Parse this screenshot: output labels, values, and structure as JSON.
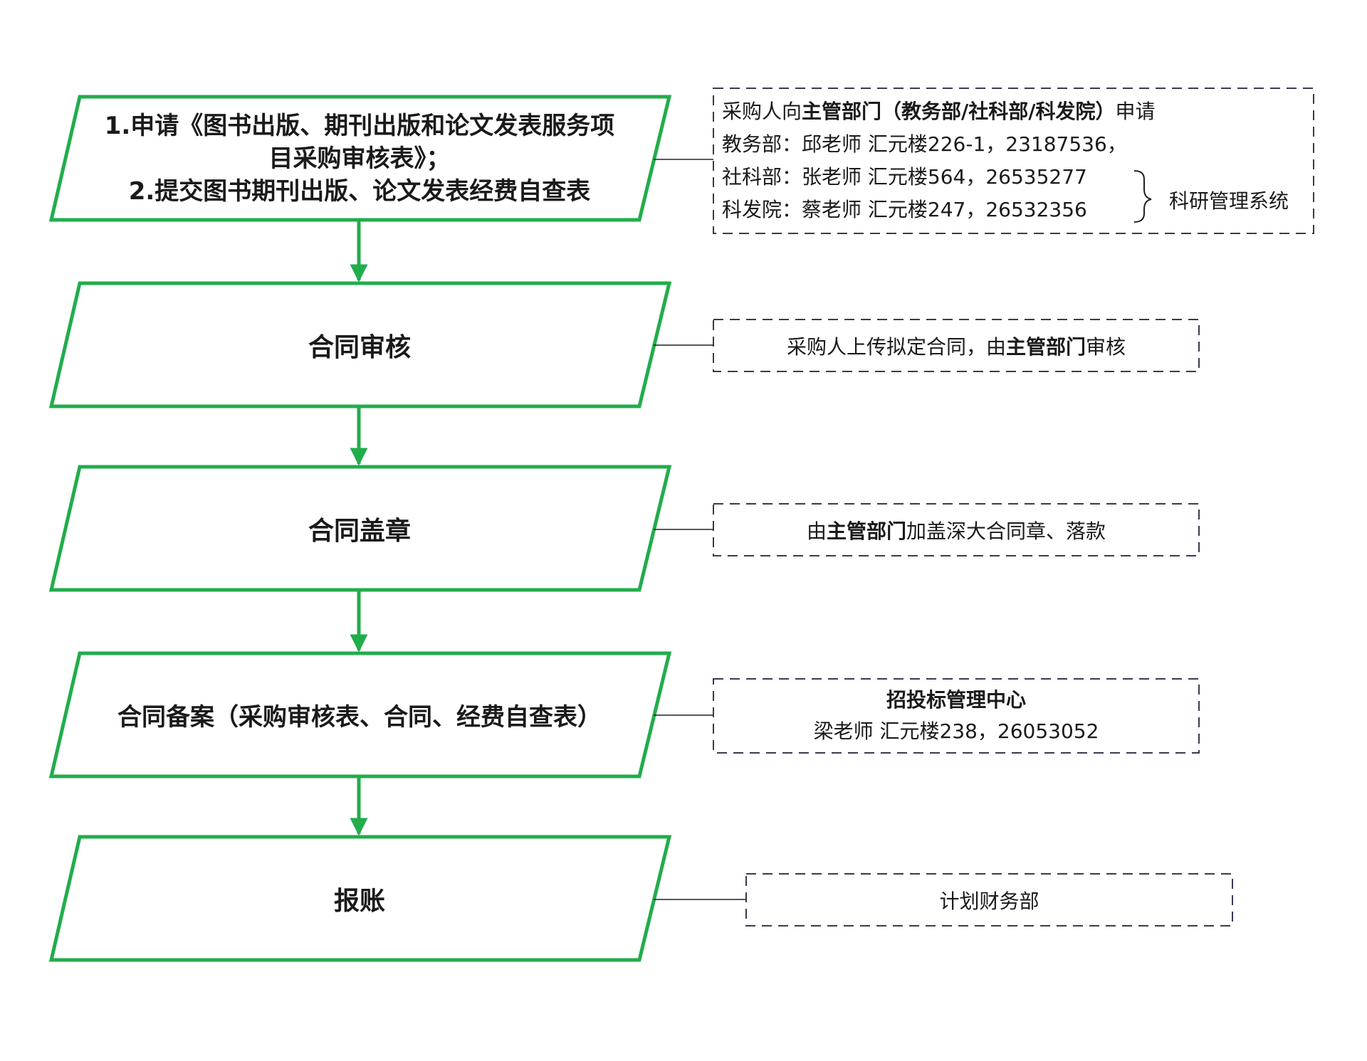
{
  "colors": {
    "step_border": "#21ad4b",
    "connector": "#21ad4b",
    "note_border": "#3a3a50",
    "text": "#1a1a1a"
  },
  "steps": [
    {
      "lines": [
        "1.申请《图书出版、期刊出版和论文发表服务项",
        "目采购审核表》；",
        "2.提交图书期刊出版、论文发表经费自查表"
      ]
    },
    {
      "lines": [
        "合同审核"
      ]
    },
    {
      "lines": [
        "合同盖章"
      ]
    },
    {
      "lines": [
        "合同备案（采购审核表、合同、经费自查表）"
      ]
    },
    {
      "lines": [
        "报账"
      ]
    }
  ],
  "notes": {
    "n1": {
      "line1_prefix": "采购人向",
      "line1_bold": "主管部门（教务部/社科部/科发院）",
      "line1_suffix": "申请",
      "contacts": [
        "教务部：邱老师  汇元楼226-1，23187536，",
        "社科部：张老师  汇元楼564，26535277",
        "科发院：蔡老师  汇元楼247，26532356"
      ],
      "system": "科研管理系统"
    },
    "n2": {
      "prefix": "采购人上传拟定合同，由",
      "bold": "主管部门",
      "suffix": "审核"
    },
    "n3": {
      "prefix": "由",
      "bold": "主管部门",
      "suffix": "加盖深大合同章、落款"
    },
    "n4": {
      "title": "招投标管理中心",
      "contact": "梁老师 汇元楼238，26053052"
    },
    "n5": {
      "text": "计划财务部"
    }
  }
}
